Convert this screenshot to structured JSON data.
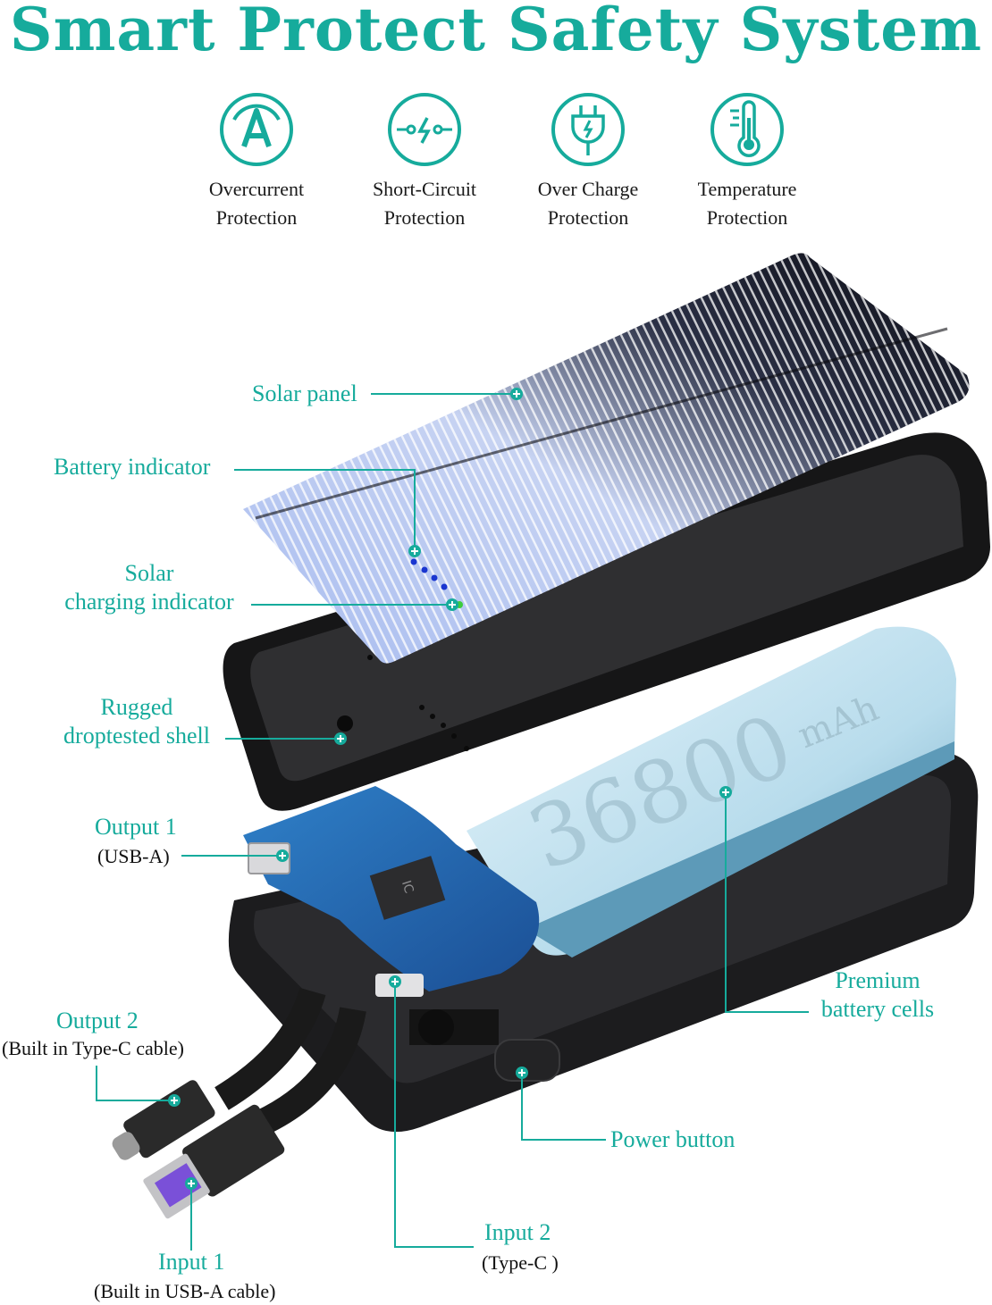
{
  "title": "Smart Protect Safety System",
  "colors": {
    "accent": "#16ab9c",
    "text": "#1a1a1a"
  },
  "features": [
    {
      "icon": "overcurrent-icon",
      "line1": "Overcurrent",
      "line2": "Protection"
    },
    {
      "icon": "short-circuit-icon",
      "line1": "Short-Circuit",
      "line2": "Protection"
    },
    {
      "icon": "plug-icon",
      "line1": "Over Charge",
      "line2": "Protection"
    },
    {
      "icon": "thermometer-icon",
      "line1": "Temperature",
      "line2": "Protection"
    }
  ],
  "callouts": {
    "solar_panel": "Solar panel",
    "battery_indicator": "Battery indicator",
    "solar_indicator_line1": "Solar",
    "solar_indicator_line2": "charging indicator",
    "shell_line1": "Rugged",
    "shell_line2": "droptested shell",
    "output1": "Output 1",
    "output1_sub": "(USB-A)",
    "output2": "Output 2",
    "output2_sub": "(Built in Type-C cable)",
    "battery_cells_line1": "Premium",
    "battery_cells_line2": "battery cells",
    "power_button": "Power button",
    "input2": "Input 2",
    "input2_sub": "(Type-C )",
    "input1": "Input 1",
    "input1_sub": "(Built in USB-A cable)"
  },
  "battery_capacity": "36800",
  "battery_unit": "mAh",
  "chip_mark": "IC"
}
